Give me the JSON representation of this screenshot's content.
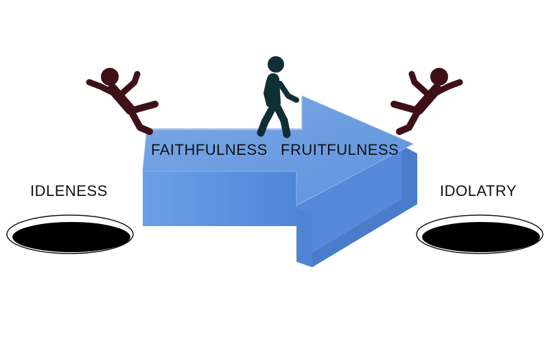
{
  "labels": {
    "left_pit": "IDLENESS",
    "right_pit": "IDOLATRY",
    "arrow_left": "FAITHFULNESS",
    "arrow_right": "FRUITFULNESS"
  },
  "colors": {
    "arrow_top": "#6d9fe0",
    "arrow_front": "#5b8fdc",
    "arrow_side": "#4a7cc9",
    "falling_figure": "#3e1018",
    "walking_figure": "#0f2e36",
    "pit": "#000000",
    "pit_rim": "#ffffff",
    "text": "#111111"
  },
  "icons": [
    "falling-person-icon",
    "walking-person-icon",
    "pit-hole-icon",
    "arrow-shape"
  ]
}
